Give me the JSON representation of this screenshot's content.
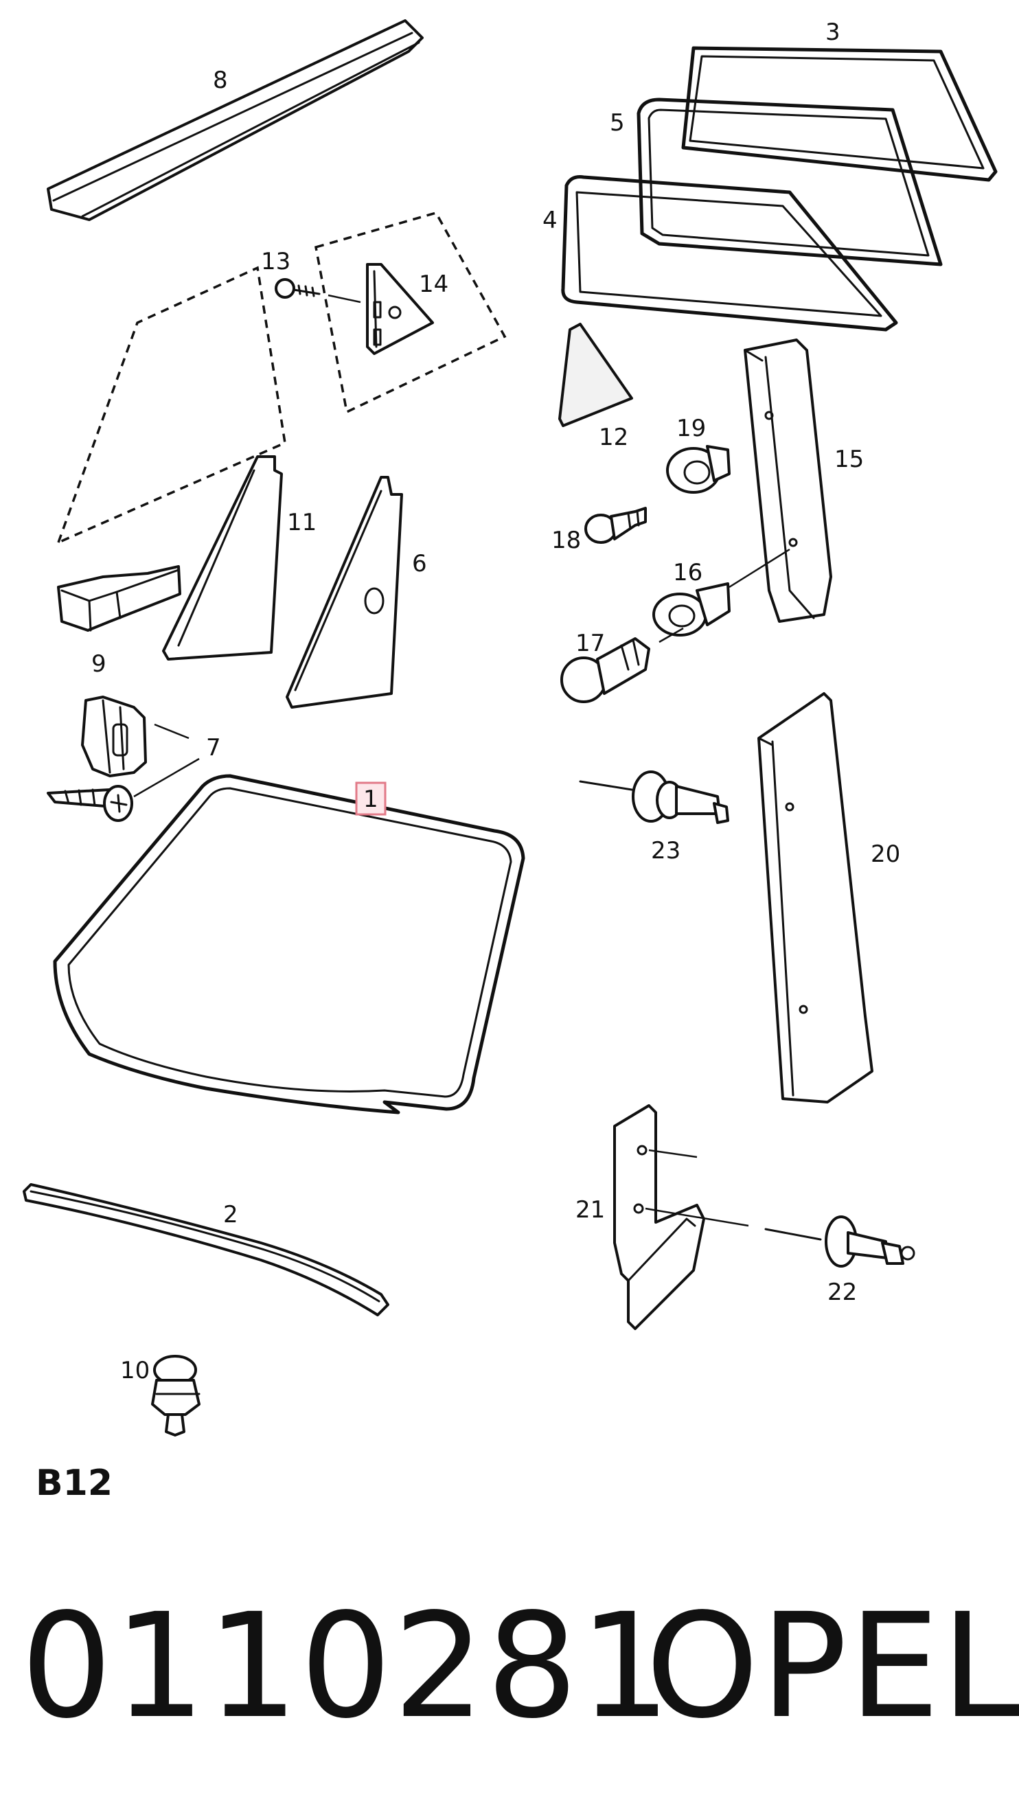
{
  "diagram": {
    "callouts": [
      {
        "id": "1",
        "label": "1",
        "highlighted": true
      },
      {
        "id": "2",
        "label": "2"
      },
      {
        "id": "3",
        "label": "3"
      },
      {
        "id": "4",
        "label": "4"
      },
      {
        "id": "5",
        "label": "5"
      },
      {
        "id": "6",
        "label": "6"
      },
      {
        "id": "7",
        "label": "7"
      },
      {
        "id": "8",
        "label": "8"
      },
      {
        "id": "9",
        "label": "9"
      },
      {
        "id": "10",
        "label": "10"
      },
      {
        "id": "11",
        "label": "11"
      },
      {
        "id": "12",
        "label": "12"
      },
      {
        "id": "13",
        "label": "13"
      },
      {
        "id": "14",
        "label": "14"
      },
      {
        "id": "15",
        "label": "15"
      },
      {
        "id": "16",
        "label": "16"
      },
      {
        "id": "17",
        "label": "17"
      },
      {
        "id": "18",
        "label": "18"
      },
      {
        "id": "19",
        "label": "19"
      },
      {
        "id": "20",
        "label": "20"
      },
      {
        "id": "21",
        "label": "21"
      },
      {
        "id": "22",
        "label": "22"
      },
      {
        "id": "23",
        "label": "23"
      }
    ],
    "highlight_color": "#e27a88"
  },
  "section_code": "B12",
  "part_number": "0110281",
  "brand": "OPEL"
}
